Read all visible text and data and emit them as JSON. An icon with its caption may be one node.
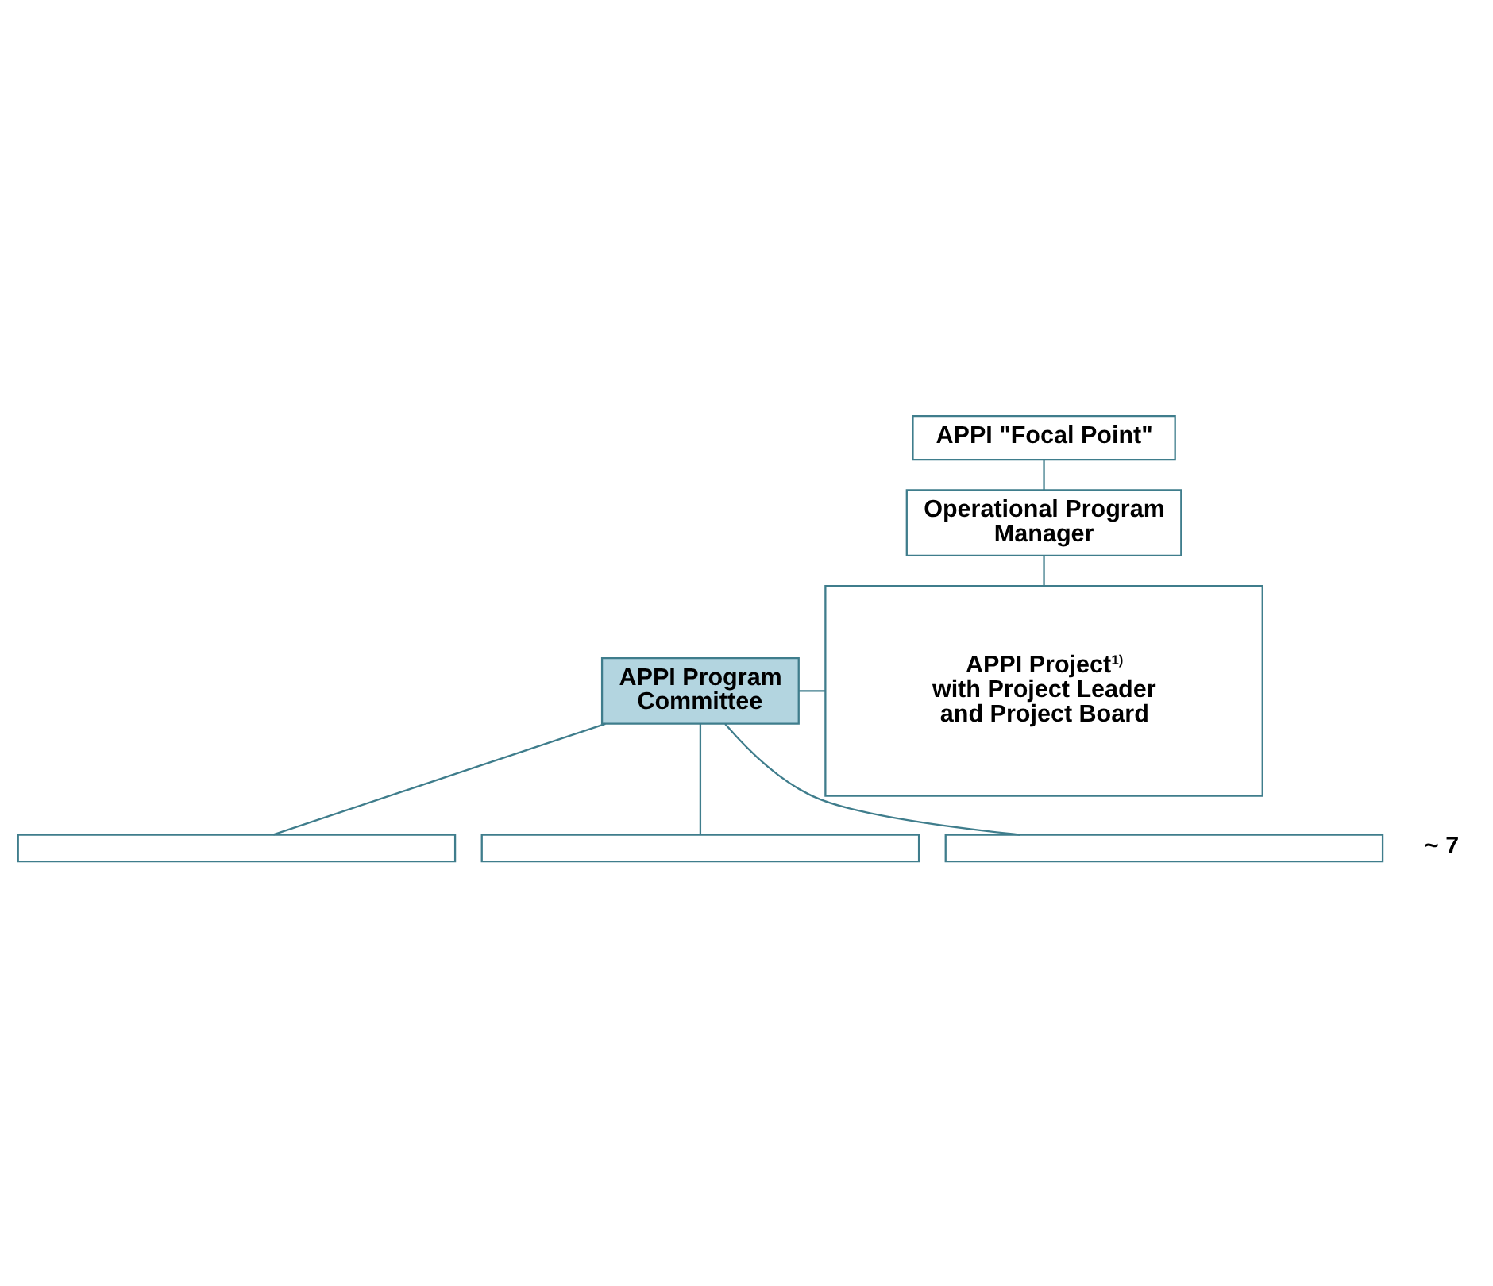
{
  "diagram": {
    "nodes": [
      {
        "text": [
          "APPI \"Focal Point\""
        ]
      },
      {
        "text": [
          "Operational Program Manager"
        ]
      },
      {
        "text": [
          "APPI Project$^{1)}$ with Project Leader and Project Board"
        ]
      },
      {
        "text": [],
        "shape": "box"
      },
      {
        "text": [],
        "shape": "box"
      },
      {
        "text": [],
        "shape": "box"
      },
      {
        "text": [
          "APPI Program Committee"
        ]
      }
    ],
    "edges": [
      {
        "from": 0,
        "to": 1,
        "arrow": "none"
      },
      {
        "from": 1,
        "to": 2,
        "arrow": "none"
      },
      {
        "from": 6,
        "to": 2,
        "arrow": "none"
      },
      {
        "from": 6,
        "to": 3,
        "arrow": "none"
      },
      {
        "from": 6,
        "to": 4,
        "arrow": "none"
      },
      {
        "from": 6,
        "to": 5,
        "arrow": "none"
      }
    ],
    "labels": [
      "~ 7"
    ]
  }
}
